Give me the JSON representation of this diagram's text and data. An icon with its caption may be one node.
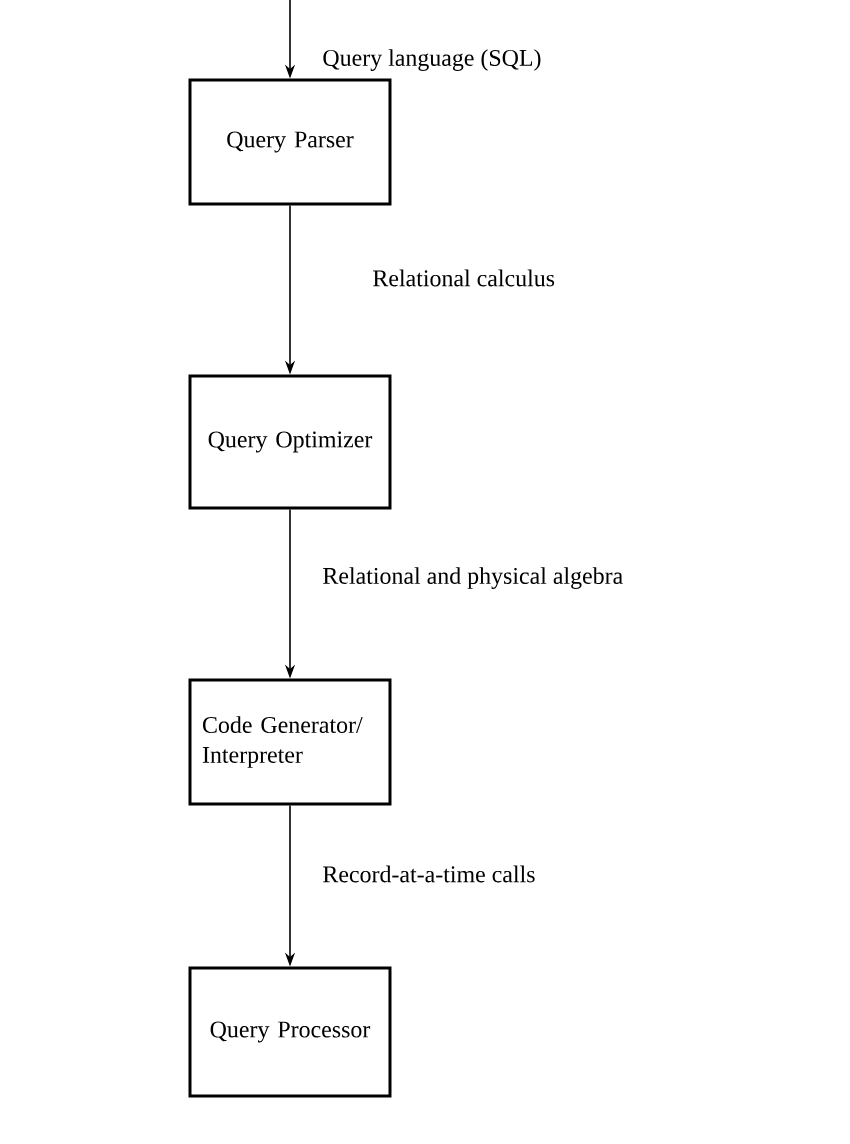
{
  "diagram": {
    "nodes": [
      {
        "text": [
          "Query Parser"
        ]
      },
      {
        "text": [
          "Query Optimizer"
        ]
      },
      {
        "text": [
          "Code Generator/ Interpreter"
        ]
      },
      {
        "text": [
          "Query Processor"
        ]
      }
    ],
    "edges": [
      {
        "from": null,
        "to": 0,
        "arrow": "to",
        "label": "Query language (SQL)"
      },
      {
        "from": 0,
        "to": 1,
        "arrow": "to",
        "label": "Relational calculus"
      },
      {
        "from": 1,
        "to": 2,
        "arrow": "to",
        "label": "Relational and physical algebra"
      },
      {
        "from": 2,
        "to": 3,
        "arrow": "to",
        "label": "Record-at-a-time calls"
      }
    ]
  }
}
